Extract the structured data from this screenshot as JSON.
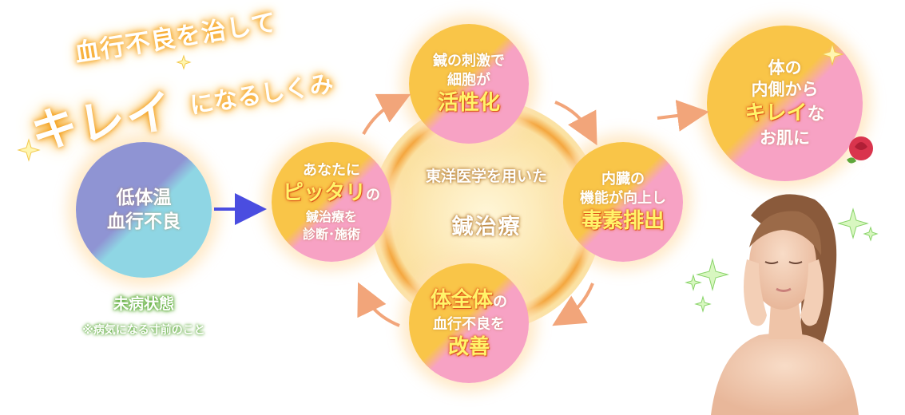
{
  "title": {
    "line1": "血行不良を治して",
    "big": "キレイ",
    "rest": "になるしくみ"
  },
  "left_circle": {
    "line1": "低体温",
    "line2": "血行不良"
  },
  "mibyou": {
    "title": "未病状態",
    "note": "※病気になる寸前のこと"
  },
  "center": {
    "line1": "東洋医学を用いた",
    "line2": "鍼治療"
  },
  "node_top": {
    "line1": "鍼の刺激で",
    "line2": "細胞が",
    "emph": "活性化"
  },
  "node_right": {
    "line1": "内臓の",
    "line2": "機能が向上し",
    "emph": "毒素排出"
  },
  "node_bottom": {
    "emph": "体全体",
    "emph_suffix": "の",
    "line2": "血行不良を",
    "emph2": "改善"
  },
  "node_left": {
    "line1": "あなたに",
    "emph": "ピッタリ",
    "emph_suffix": "の",
    "line3": "鍼治療を",
    "line4": "診断･施術"
  },
  "result": {
    "line1": "体の",
    "line2": "内側から",
    "emph": "キレイ",
    "emph_suffix": "な",
    "line4": "お肌に"
  },
  "colors": {
    "arrow_blue": "#4a4de0",
    "arrow_peach": "#f2a57a",
    "warm_yellow": "#f9c548",
    "warm_pink": "#f7a2c4"
  }
}
